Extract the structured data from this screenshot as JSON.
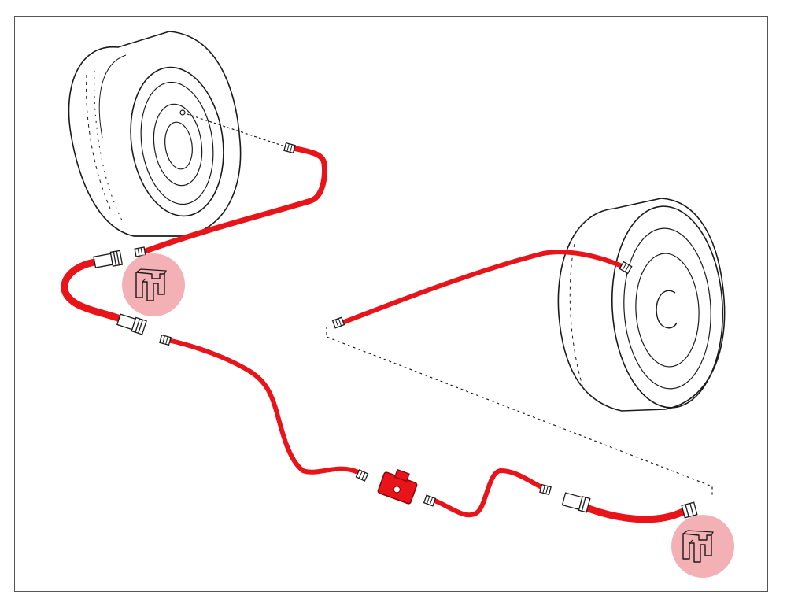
{
  "diagram": {
    "components": [
      {
        "name": "left-wheel",
        "icon": "wheel-icon"
      },
      {
        "name": "right-wheel",
        "icon": "wheel-icon"
      },
      {
        "name": "brake-line",
        "icon": "brake-line"
      },
      {
        "name": "junction-block",
        "icon": "tee-junction-icon"
      },
      {
        "name": "retaining-clip",
        "icon": "clip-icon",
        "count": 2
      }
    ],
    "colors": {
      "brake_line": "#e8141a",
      "highlight": "#f2a3a8",
      "outline": "#1a1a1a",
      "frame_border": "#555555",
      "background": "#ffffff"
    }
  }
}
